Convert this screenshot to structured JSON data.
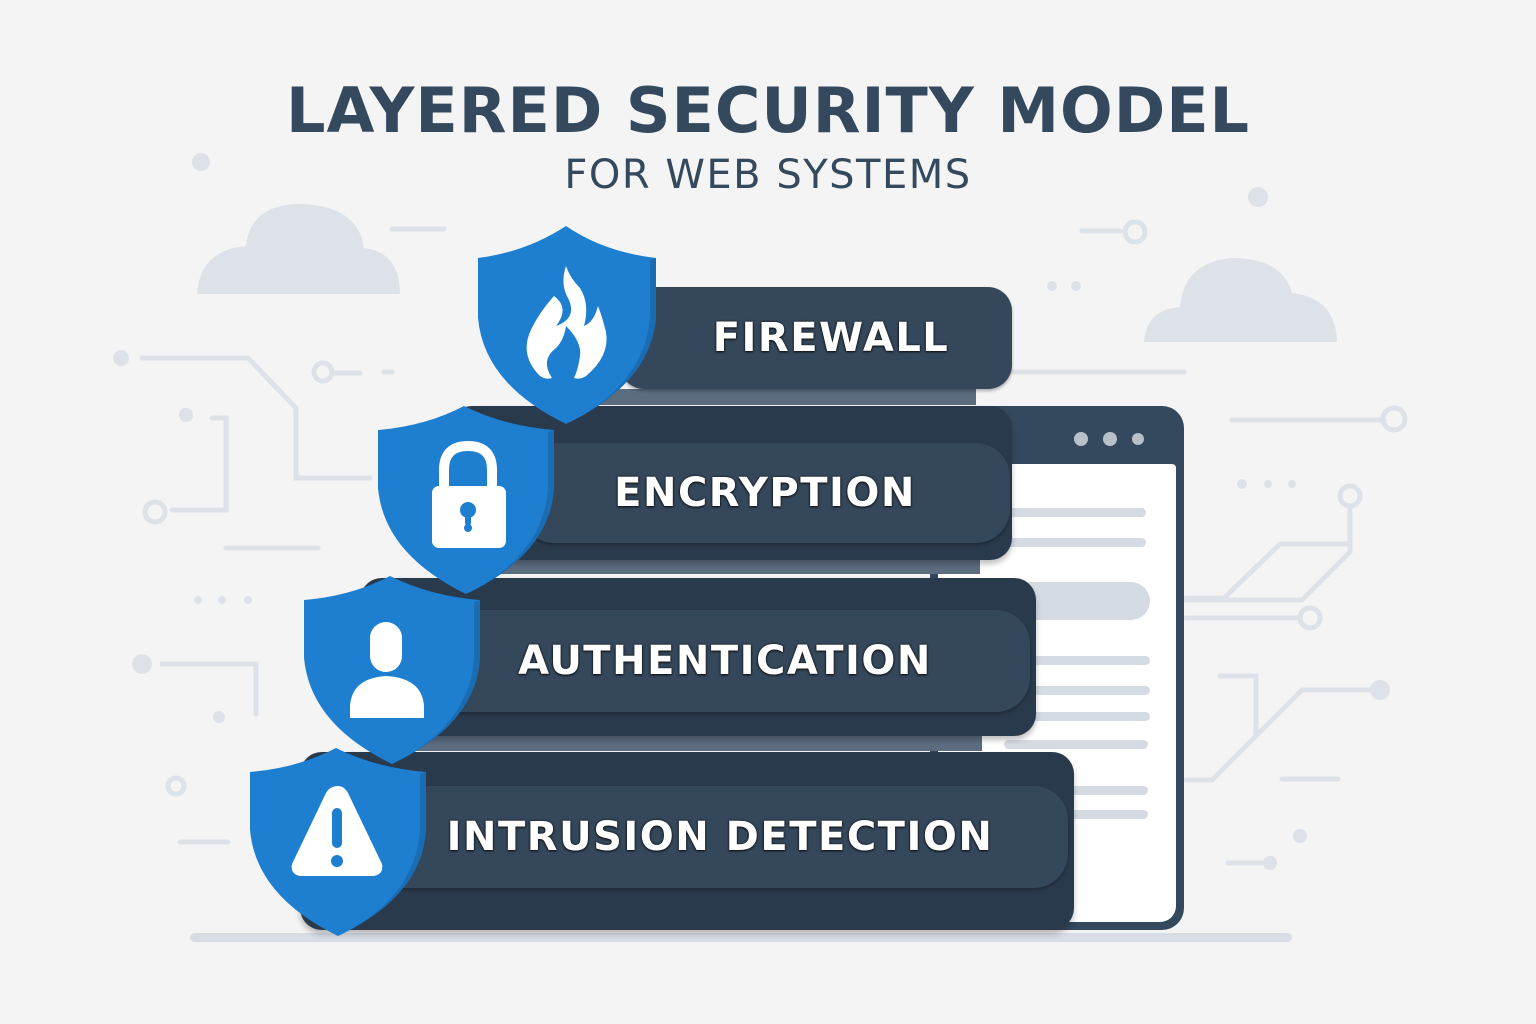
{
  "header": {
    "title": "LAYERED SECURITY MODEL",
    "subtitle": "FOR WEB SYSTEMS"
  },
  "layers": [
    {
      "label": "FIREWALL",
      "icon": "flame-icon"
    },
    {
      "label": "ENCRYPTION",
      "icon": "padlock-icon"
    },
    {
      "label": "AUTHENTICATION",
      "icon": "user-icon"
    },
    {
      "label": "INTRUSION DETECTION",
      "icon": "warning-triangle-icon"
    }
  ],
  "browser": {
    "icon": "browser-window-icon"
  },
  "colors": {
    "background": "#f4f4f5",
    "title": "#34495e",
    "shield": "#1e7fd0",
    "slab": "#2a3a4d",
    "pill": "#34475b",
    "decoration": "#dde2e9"
  }
}
